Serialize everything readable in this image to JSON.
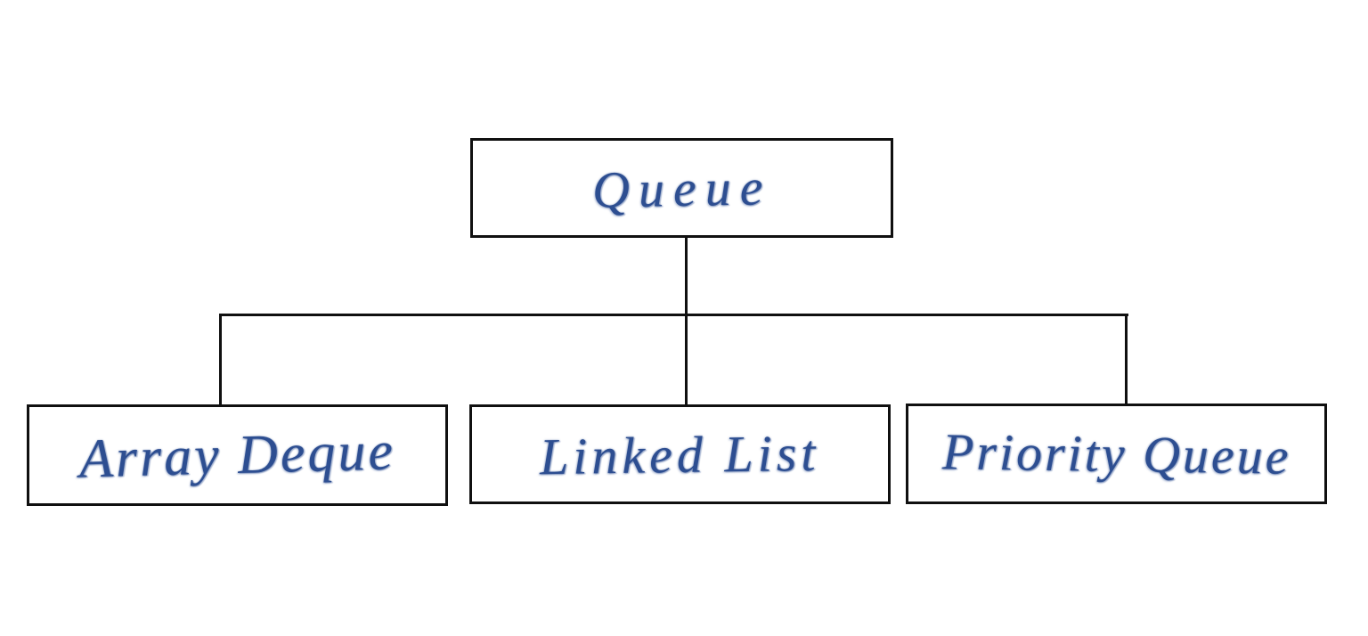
{
  "diagram": {
    "type": "tree",
    "root": {
      "id": "queue",
      "label": "Queue"
    },
    "children": [
      {
        "id": "array-deque",
        "label": "Array Deque",
        "parent": "queue"
      },
      {
        "id": "linked-list",
        "label": "Linked List",
        "parent": "queue"
      },
      {
        "id": "priority-queue",
        "label": "Priority Queue",
        "parent": "queue"
      }
    ]
  },
  "colors": {
    "ink": "#2d4e91",
    "line": "#101010",
    "background": "#ffffff"
  }
}
